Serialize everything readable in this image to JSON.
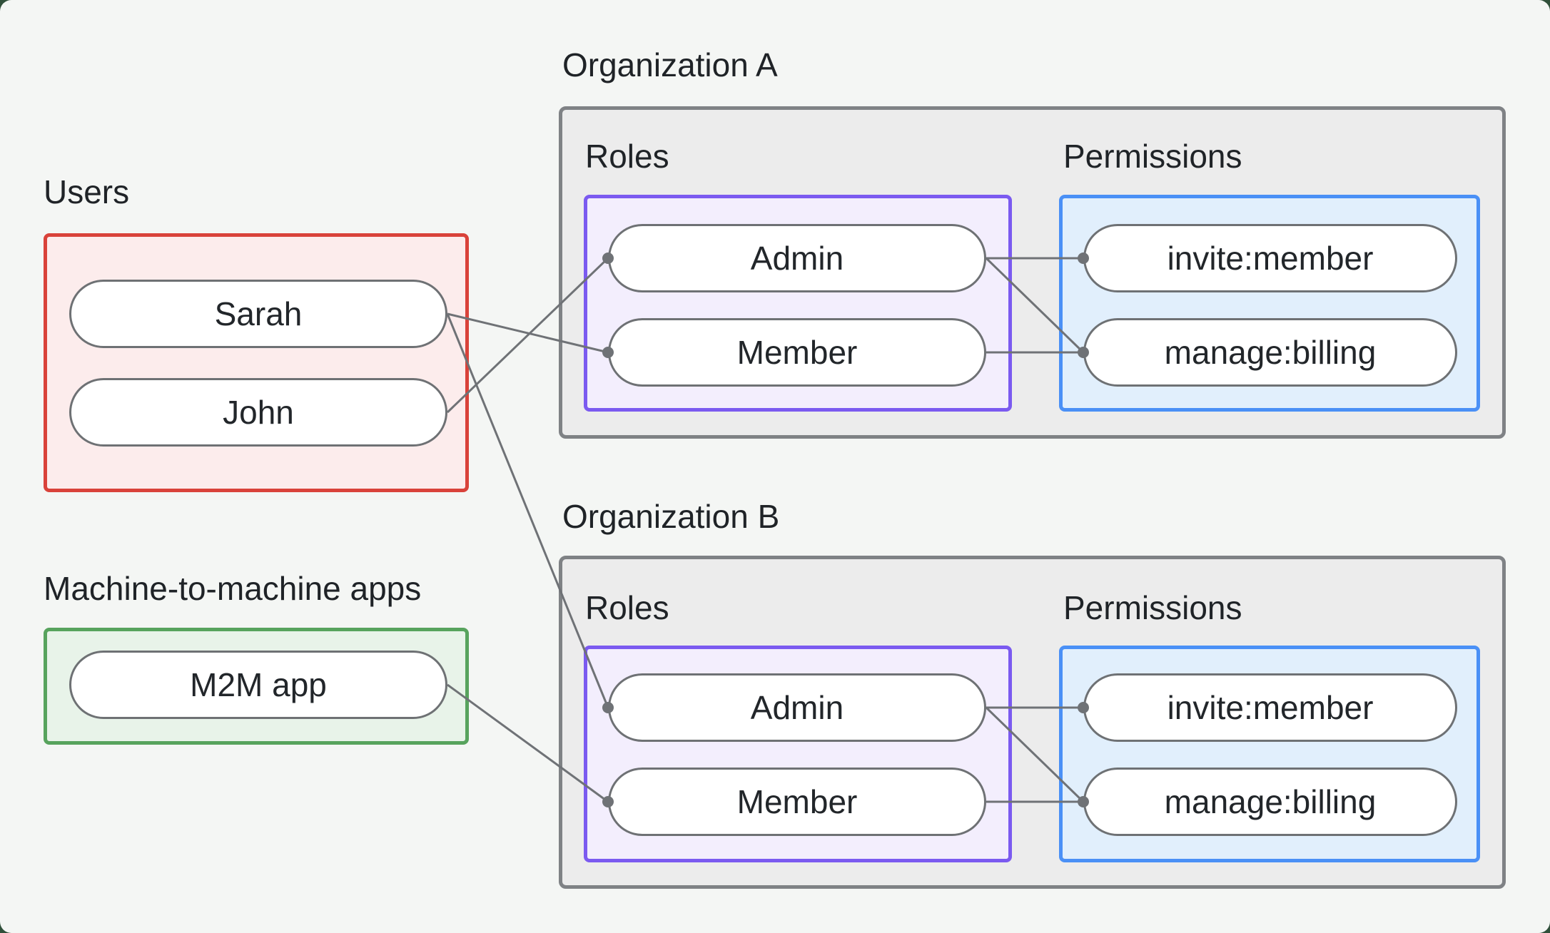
{
  "users": {
    "label": "Users",
    "items": [
      "Sarah",
      "John"
    ]
  },
  "m2m": {
    "label": "Machine-to-machine apps",
    "items": [
      "M2M app"
    ]
  },
  "orgA": {
    "title": "Organization A",
    "roles_label": "Roles",
    "permissions_label": "Permissions",
    "roles": [
      "Admin",
      "Member"
    ],
    "permissions": [
      "invite:member",
      "manage:billing"
    ]
  },
  "orgB": {
    "title": "Organization B",
    "roles_label": "Roles",
    "permissions_label": "Permissions",
    "roles": [
      "Admin",
      "Member"
    ],
    "permissions": [
      "invite:member",
      "manage:billing"
    ]
  },
  "connections": [
    {
      "from": "sarah",
      "to": "orgA-member"
    },
    {
      "from": "john",
      "to": "orgA-admin"
    },
    {
      "from": "sarah",
      "to": "orgB-admin"
    },
    {
      "from": "m2m-app",
      "to": "orgB-member"
    },
    {
      "from": "orgA-admin",
      "to": "orgA-invite"
    },
    {
      "from": "orgA-admin",
      "to": "orgA-billing"
    },
    {
      "from": "orgA-member",
      "to": "orgA-billing"
    },
    {
      "from": "orgB-admin",
      "to": "orgB-invite"
    },
    {
      "from": "orgB-admin",
      "to": "orgB-billing"
    },
    {
      "from": "orgB-member",
      "to": "orgB-billing"
    }
  ],
  "colors": {
    "canvas_bg": "#f4f6f4",
    "outer_bg": "#30503a",
    "users_border": "#d9423a",
    "users_fill": "#fcecec",
    "m2m_border": "#57a35d",
    "m2m_fill": "#e8f3e9",
    "roles_border": "#7b5af0",
    "roles_fill": "#f3eefd",
    "permissions_border": "#4a90f6",
    "permissions_fill": "#e1effc",
    "org_border": "#7f8285",
    "org_fill": "#ececec",
    "pill_border": "#6e7174",
    "wire": "#6f7276",
    "text": "#1f2327"
  }
}
